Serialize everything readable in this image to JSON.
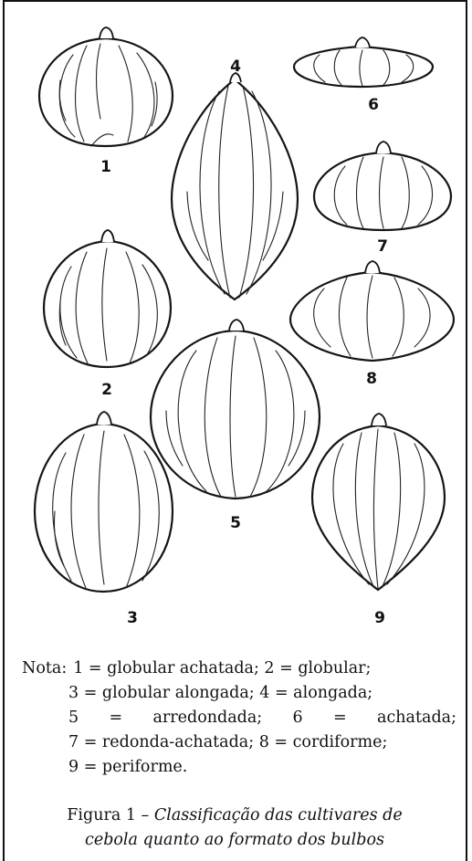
{
  "bulbs": [
    {
      "label": "1"
    },
    {
      "label": "2"
    },
    {
      "label": "3"
    },
    {
      "label": "4"
    },
    {
      "label": "5"
    },
    {
      "label": "6"
    },
    {
      "label": "7"
    },
    {
      "label": "8"
    },
    {
      "label": "9"
    }
  ],
  "note": {
    "prefix": "Nota:",
    "line1": "1 = globular achatada; 2 = globular;",
    "line2": "3 = globular alongada; 4 = alongada;",
    "line3": [
      "5",
      "=",
      "arredondada;",
      "6",
      "=",
      "achatada;"
    ],
    "line4": "7 = redonda-achatada; 8 = cordiforme;",
    "line5": "9 = periforme."
  },
  "caption": {
    "prefix": "Figura 1 – ",
    "title_line1": "Classificação das cultivares de",
    "title_line2": "cebola quanto ao formato dos bulbos"
  }
}
